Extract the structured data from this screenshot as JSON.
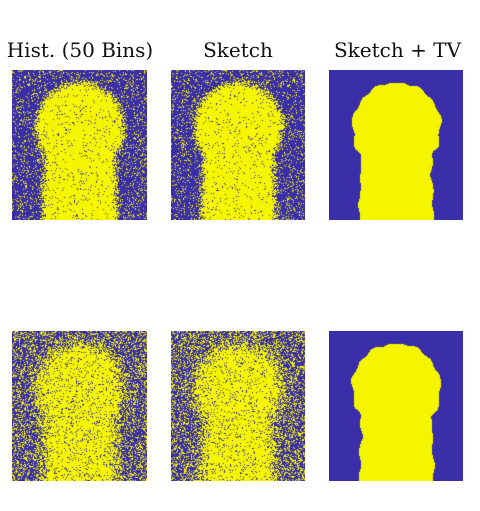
{
  "columns": [
    {
      "title": "Hist. (50 Bins)"
    },
    {
      "title": "Sketch"
    },
    {
      "title": "Sketch + TV"
    }
  ],
  "colors": {
    "background": "#3a2fa8",
    "foreground": "#f5f500"
  },
  "rows": [
    {
      "panels": [
        {
          "method": "histogram",
          "noise": "moderate"
        },
        {
          "method": "sketch",
          "noise": "moderate"
        },
        {
          "method": "sketch-tv",
          "noise": "none"
        }
      ]
    },
    {
      "panels": [
        {
          "method": "histogram",
          "noise": "heavy"
        },
        {
          "method": "sketch",
          "noise": "heavy"
        },
        {
          "method": "sketch-tv",
          "noise": "none"
        }
      ]
    }
  ]
}
